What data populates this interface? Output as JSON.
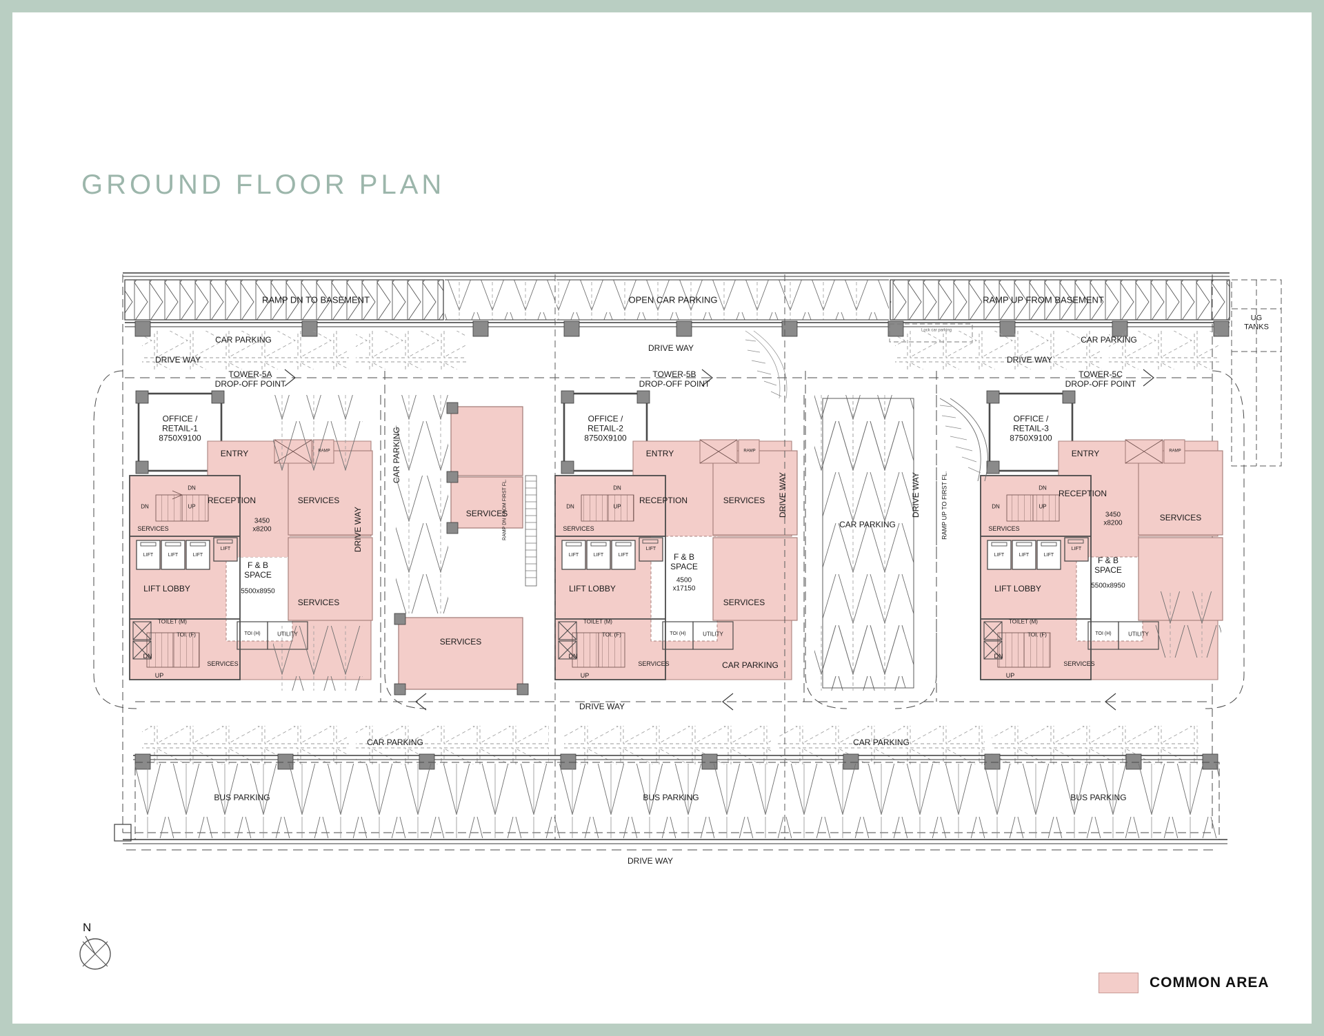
{
  "page": {
    "title": "GROUND FLOOR PLAN",
    "background_color": "#b9cec2",
    "sheet_color": "#ffffff",
    "title_color": "#9cb6ab",
    "common_area_fill": "#f3cdc9",
    "wall_color": "#4d4d4d",
    "column_color": "#808080"
  },
  "legend": {
    "label": "COMMON AREA",
    "swatch_color": "#f3cdc9"
  },
  "compass": {
    "north_label": "N"
  },
  "top_strip": {
    "ramp_down": "RAMP DN TO BASEMENT",
    "open_car_parking": "OPEN CAR PARKING",
    "ramp_up": "RAMP UP FROM BASEMENT",
    "ug_tanks": "UG\nTANKS",
    "car_parking_left": "CAR PARKING",
    "car_parking_right": "CAR PARKING",
    "drive_way_left": "DRIVE WAY",
    "drive_way_mid": "DRIVE WAY",
    "drive_way_right": "DRIVE WAY",
    "lock_car_parking": "Lock car parking"
  },
  "towers": [
    {
      "id": "5A",
      "drop_off": "TOWER-5A\nDROP-OFF POINT",
      "office_retail": "OFFICE /\nRETAIL-1\n8750X9100",
      "entry": "ENTRY",
      "ramp": "RAMP",
      "reception": "RECEPTION",
      "reception_dim": "3450\nx8200",
      "services_top": "SERVICES",
      "services_core": "SERVICES",
      "services_bottom": "SERVICES",
      "fnb": "F & B\nSPACE",
      "fnb_dim": "5500x8950",
      "lift_lobby": "LIFT LOBBY",
      "lifts": [
        "LIFT",
        "LIFT",
        "LIFT",
        "LIFT"
      ],
      "stair_dn": "DN",
      "stair_up": "UP",
      "stair_dn2": "DN",
      "stair_dn3": "DN",
      "stair_up2": "UP",
      "toilet_m": "TOILET (M)",
      "toilet_f": "TOI. (F)",
      "toilet_h": "TOI (H)",
      "utility": "UTILITY"
    },
    {
      "id": "5B",
      "drop_off": "TOWER-5B\nDROP-OFF POINT",
      "office_retail": "OFFICE /\nRETAIL-2\n8750X9100",
      "entry": "ENTRY",
      "ramp": "RAMP",
      "reception": "RECEPTION",
      "services_top": "SERVICES",
      "services_core": "SERVICES",
      "services_bottom": "SERVICES",
      "services_block_upper": "SERVICES",
      "services_block_lower": "SERVICES",
      "fnb": "F & B\nSPACE",
      "fnb_dim": "4500\nx17150",
      "lift_lobby": "LIFT LOBBY",
      "lifts": [
        "LIFT",
        "LIFT",
        "LIFT",
        "LIFT"
      ],
      "stair_dn": "DN",
      "stair_up": "UP",
      "stair_dn2": "DN",
      "stair_up2": "UP",
      "toilet_m": "TOILET (M)",
      "toilet_f": "TOI. (F)",
      "toilet_h": "TOI (H)",
      "utility": "UTILITY",
      "services_right": "SERVICES",
      "car_parking_vert": "CAR PARKING",
      "drive_way_vert_left": "DRIVE WAY",
      "drive_way_vert_right": "DRIVE WAY",
      "ramp_dn_first_fl": "RAMP DN FROM FIRST FL.",
      "car_parking_bottom": "CAR PARKING"
    },
    {
      "id": "5C",
      "drop_off": "TOWER-5C\nDROP-OFF POINT",
      "office_retail": "OFFICE /\nRETAIL-3\n8750X9100",
      "entry": "ENTRY",
      "ramp": "RAMP",
      "reception": "RECEPTION",
      "reception_dim": "3450\nx8200",
      "services_top": "SERVICES",
      "services_core": "SERVICES",
      "services_bottom": "SERVICES",
      "fnb": "F & B\nSPACE",
      "fnb_dim": "5500x8950",
      "lift_lobby": "LIFT LOBBY",
      "lifts": [
        "LIFT",
        "LIFT",
        "LIFT",
        "LIFT"
      ],
      "stair_dn": "DN",
      "stair_up": "UP",
      "stair_dn2": "DN",
      "stair_up2": "UP",
      "toilet_m": "TOILET (M)",
      "toilet_f": "TOI. (F)",
      "toilet_h": "TOI (H)",
      "utility": "UTILITY",
      "car_parking_vert": "CAR PARKING",
      "drive_way_vert": "DRIVE WAY",
      "ramp_up_first_fl": "RAMP UP TO FIRST FL."
    }
  ],
  "bottom_strip": {
    "drive_way_upper": "DRIVE WAY",
    "car_parking_left": "CAR PARKING",
    "car_parking_right": "CAR PARKING",
    "bus_parking_left": "BUS PARKING",
    "bus_parking_mid": "BUS PARKING",
    "bus_parking_right": "BUS PARKING",
    "drive_way_bottom": "DRIVE WAY"
  }
}
